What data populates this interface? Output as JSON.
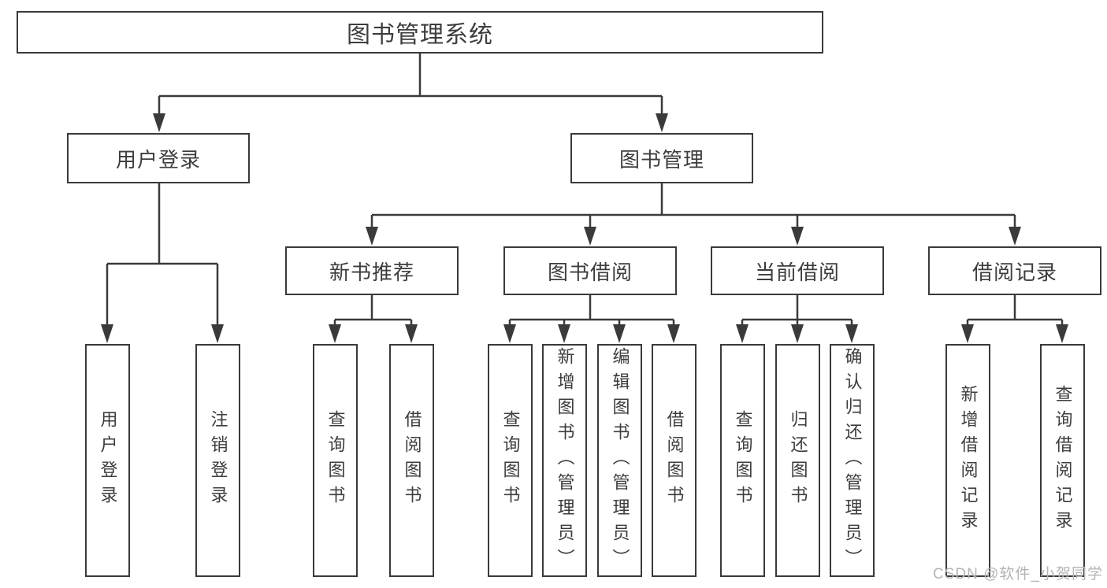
{
  "colors": {
    "line": "#3a3a3a",
    "text": "#3d3d3d",
    "box_background": "#ffffff",
    "page_background": "#ffffff",
    "watermark": "#b4b4b4"
  },
  "watermark": {
    "text": "CSDN @软件_小贺同学"
  },
  "nodes": {
    "root": {
      "label": "图书管理系统"
    },
    "level2": [
      {
        "label": "用户登录",
        "parent": "图书管理系统"
      },
      {
        "label": "图书管理",
        "parent": "图书管理系统"
      }
    ],
    "level3": [
      {
        "label": "新书推荐",
        "parent": "图书管理"
      },
      {
        "label": "图书借阅",
        "parent": "图书管理"
      },
      {
        "label": "当前借阅",
        "parent": "图书管理"
      },
      {
        "label": "借阅记录",
        "parent": "图书管理"
      }
    ],
    "leaves": [
      {
        "label": "用户登录",
        "parent": "用户登录"
      },
      {
        "label": "注销登录",
        "parent": "用户登录"
      },
      {
        "label": "查询图书",
        "parent": "新书推荐"
      },
      {
        "label": "借阅图书",
        "parent": "新书推荐"
      },
      {
        "label": "查询图书",
        "parent": "图书借阅"
      },
      {
        "label": "新增图书（管理员）",
        "parent": "图书借阅"
      },
      {
        "label": "编辑图书（管理员）",
        "parent": "图书借阅"
      },
      {
        "label": "借阅图书",
        "parent": "图书借阅"
      },
      {
        "label": "查询图书",
        "parent": "当前借阅"
      },
      {
        "label": "归还图书",
        "parent": "当前借阅"
      },
      {
        "label": "确认归还（管理员）",
        "parent": "当前借阅"
      },
      {
        "label": "新增借阅记录",
        "parent": "借阅记录"
      },
      {
        "label": "查询借阅记录",
        "parent": "借阅记录"
      }
    ]
  }
}
